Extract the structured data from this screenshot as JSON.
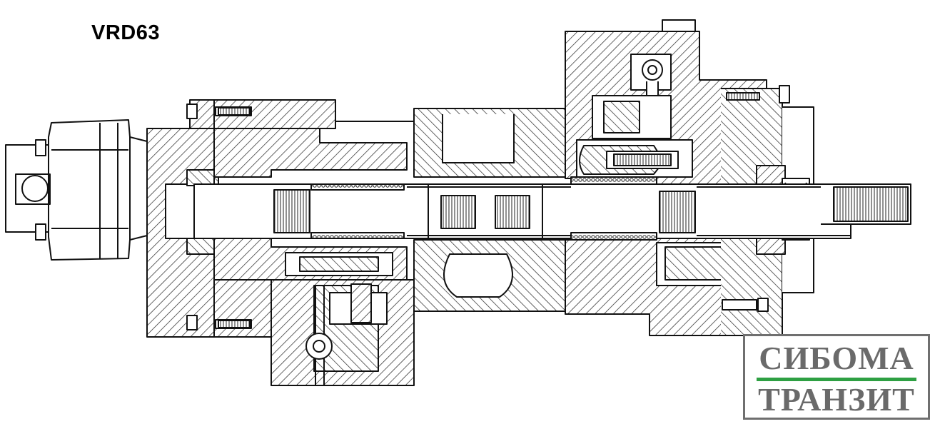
{
  "drawing": {
    "title": "VRD63"
  },
  "logo": {
    "line1": "СИБОМА",
    "line2": "ТРАНЗИТ",
    "text_color": "#6a6a6a",
    "accent_color": "#2ea043"
  }
}
